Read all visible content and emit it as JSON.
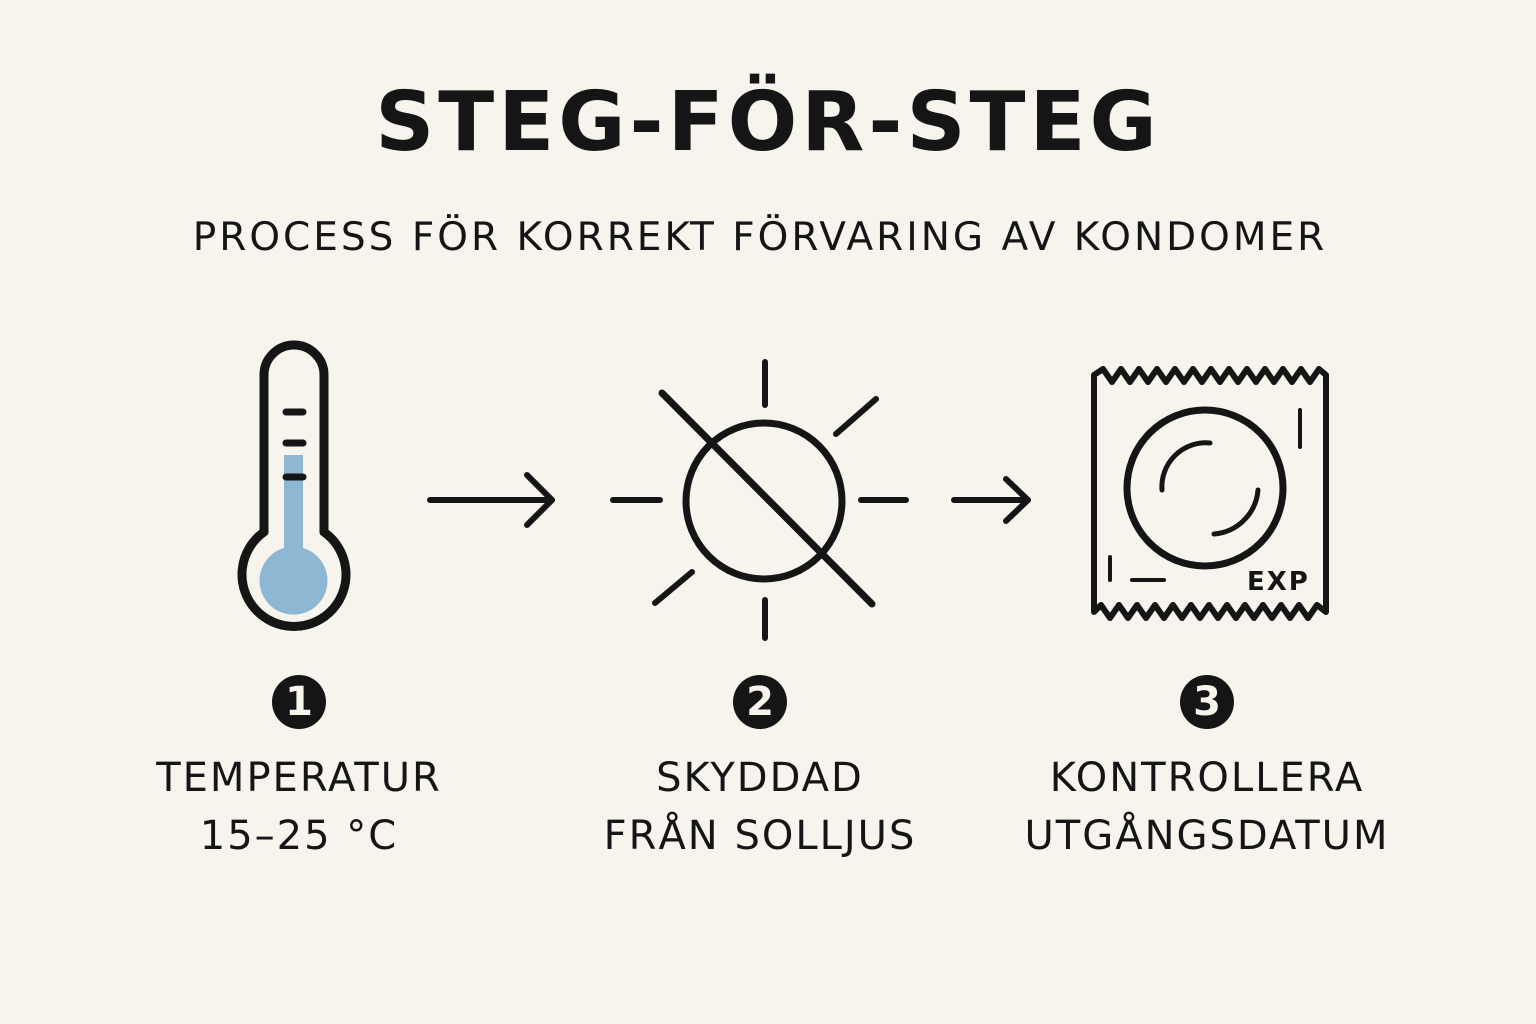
{
  "header": {
    "title": "STEG-FÖR-STEG",
    "subtitle": "PROCESS FÖR KORREKT FÖRVARING AV KONDOMER"
  },
  "steps": [
    {
      "number": "1",
      "line1": "TEMPERATUR",
      "line2": "15–25 °C",
      "icon": "thermometer-icon"
    },
    {
      "number": "2",
      "line1": "SKYDDAD",
      "line2": "FRÅN SOLLJUS",
      "icon": "no-sunlight-icon"
    },
    {
      "number": "3",
      "line1": "KONTROLLERA",
      "line2": "UTGÅNGSDATUM",
      "icon": "condom-package-icon"
    }
  ],
  "package": {
    "exp_label": "EXP"
  },
  "colors": {
    "background": "#f7f4ee",
    "ink": "#151515",
    "thermometer_fill": "#8eb7d3"
  }
}
